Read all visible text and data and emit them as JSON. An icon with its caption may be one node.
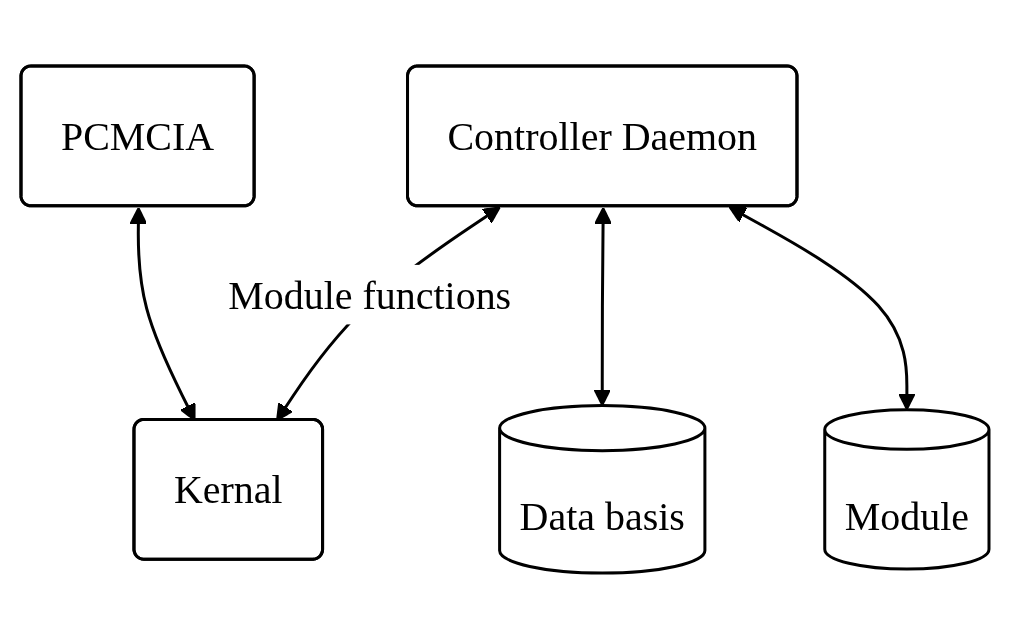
{
  "diagram": {
    "nodes": [
      {
        "text": [
          "Controller Daemon"
        ]
      },
      {
        "text": [
          "PCMCIA"
        ]
      },
      {
        "text": [
          "Kernal"
        ]
      },
      {
        "text": [
          "Data basis"
        ]
      },
      {
        "text": [
          "Module"
        ]
      }
    ],
    "edges": [
      {
        "from": 0,
        "to": 2,
        "arrow": "both",
        "label": "Module functions"
      },
      {
        "from": 1,
        "to": 2,
        "arrow": "both"
      },
      {
        "from": 0,
        "to": 3,
        "arrow": "both"
      },
      {
        "from": 0,
        "to": 4,
        "arrow": "both"
      }
    ]
  }
}
